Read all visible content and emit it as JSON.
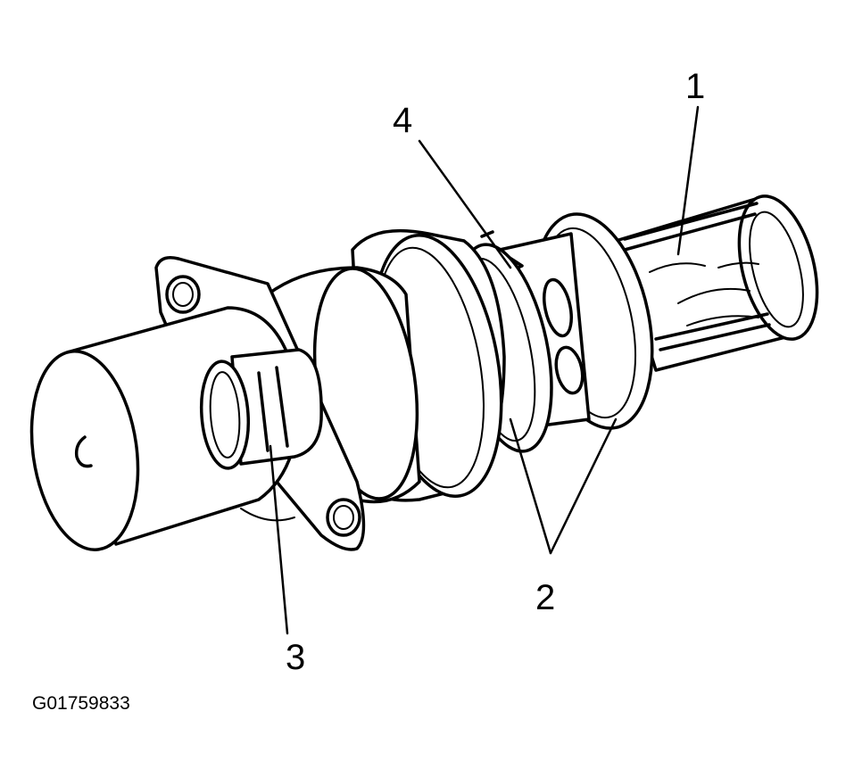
{
  "diagram": {
    "callouts": [
      {
        "id": "callout-1",
        "label": "1"
      },
      {
        "id": "callout-2",
        "label": "2"
      },
      {
        "id": "callout-3",
        "label": "3"
      },
      {
        "id": "callout-4",
        "label": "4"
      }
    ],
    "figure_id": "G01759833"
  }
}
